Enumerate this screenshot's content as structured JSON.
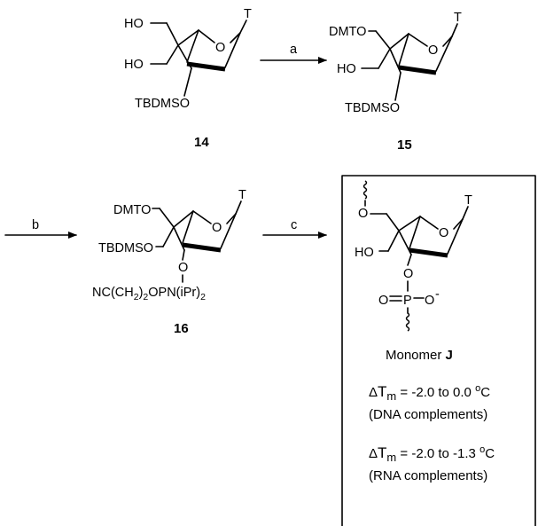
{
  "compounds": {
    "c14": {
      "number": "14",
      "ring_o": "O",
      "base": "T",
      "top_substituent": "HO",
      "mid_substituent": "HO",
      "low_substituent": "TBDMSO"
    },
    "c15": {
      "number": "15",
      "ring_o": "O",
      "base": "T",
      "top_substituent": "DMTO",
      "mid_substituent": "HO",
      "low_substituent": "TBDMSO"
    },
    "c16": {
      "number": "16",
      "ring_o": "O",
      "base": "T",
      "top_substituent": "DMTO",
      "mid_substituent": "TBDMSO",
      "low_o": "O",
      "phosphoramidite_pre": "NC(CH",
      "phosphoramidite_sub1": "2",
      "phosphoramidite_mid": ")",
      "phosphoramidite_sub2": "2",
      "phosphoramidite_post": "OPN(iPr)",
      "phosphoramidite_sub3": "2"
    },
    "monomer": {
      "ring_o": "O",
      "base": "T",
      "top_o": "O",
      "mid_substituent": "HO",
      "low_o": "O",
      "p_atom": "P",
      "p_double_o": "O",
      "p_single_o": "O",
      "p_charge": "-",
      "name_prefix": "Monomer ",
      "name_letter": "J"
    }
  },
  "arrows": {
    "a": "a",
    "b": "b",
    "c": "c"
  },
  "tm_notes": [
    {
      "delta": "Δ",
      "t": "T",
      "sub": "m",
      "range": " = -2.0 to 0.0 ",
      "deg": "o",
      "unit": "C",
      "complement": "(DNA complements)"
    },
    {
      "delta": "Δ",
      "t": "T",
      "sub": "m",
      "range": " = -2.0 to -1.3 ",
      "deg": "o",
      "unit": "C",
      "complement": "(RNA complements)"
    }
  ]
}
